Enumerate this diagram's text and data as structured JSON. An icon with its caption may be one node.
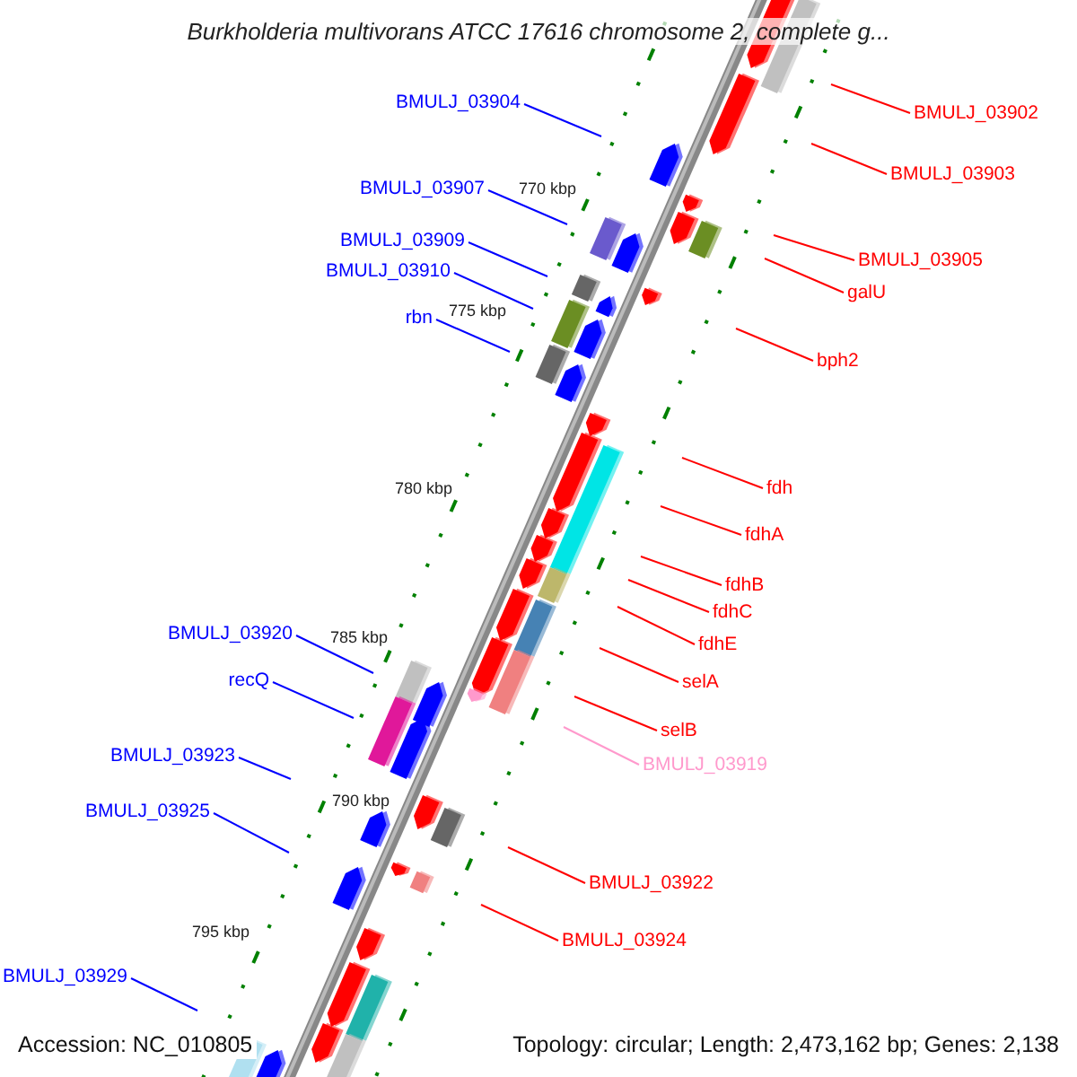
{
  "diagram": {
    "title": "Burkholderia multivorans ATCC 17616 chromosome 2, complete g...",
    "nodes": [
      {
        "text": [
          "BMULJ_03904"
        ]
      },
      {
        "text": [
          "BMULJ_03902"
        ]
      },
      {
        "text": [
          "BMULJ_03903"
        ]
      },
      {
        "text": [
          "BMULJ_03907"
        ]
      },
      {
        "text": [
          "BMULJ_03909"
        ]
      },
      {
        "text": [
          "BMULJ_03905"
        ]
      },
      {
        "text": [
          "BMULJ_03910"
        ]
      },
      {
        "text": [
          "galU"
        ]
      },
      {
        "text": [
          "rbn"
        ]
      },
      {
        "text": [
          "bph2"
        ]
      },
      {
        "text": [
          "fdh"
        ]
      },
      {
        "text": [
          "fdhA"
        ]
      },
      {
        "text": [
          "fdhB"
        ]
      },
      {
        "text": [
          "fdhC"
        ]
      },
      {
        "text": [
          "BMULJ_03920"
        ]
      },
      {
        "text": [
          "fdhE"
        ]
      },
      {
        "text": [
          "recQ"
        ]
      },
      {
        "text": [
          "selA"
        ]
      },
      {
        "text": [
          "selB"
        ]
      },
      {
        "text": [
          "BMULJ_03923"
        ]
      },
      {
        "text": [
          "BMULJ_03919"
        ]
      },
      {
        "text": [
          "BMULJ_03925"
        ]
      },
      {
        "text": [
          "BMULJ_03922"
        ]
      },
      {
        "text": [
          "BMULJ_03924"
        ]
      },
      {
        "text": [
          "BMULJ_03929"
        ]
      }
    ],
    "edges": [
      {
        "from": 0,
        "to": null,
        "arrow": "none",
        "color": "#0000ff"
      },
      {
        "from": 1,
        "to": null,
        "arrow": "none"
      },
      {
        "from": 2,
        "to": null,
        "arrow": "none"
      },
      {
        "from": 3,
        "to": null,
        "arrow": "none",
        "color": "#0000ff"
      },
      {
        "from": 4,
        "to": null,
        "arrow": "none",
        "color": "#0000ff"
      },
      {
        "from": 5,
        "to": null,
        "arrow": "none"
      },
      {
        "from": 6,
        "to": null,
        "arrow": "none",
        "color": "#0000ff"
      },
      {
        "from": 7,
        "to": null,
        "arrow": "none"
      },
      {
        "from": 8,
        "to": null,
        "arrow": "none",
        "color": "#0000ff"
      },
      {
        "from": 9,
        "to": null,
        "arrow": "none"
      },
      {
        "from": 10,
        "to": null,
        "arrow": "none"
      },
      {
        "from": 11,
        "to": null,
        "arrow": "none"
      },
      {
        "from": 12,
        "to": null,
        "arrow": "none"
      },
      {
        "from": 13,
        "to": null,
        "arrow": "none"
      },
      {
        "from": 14,
        "to": null,
        "arrow": "none",
        "color": "#0000ff"
      },
      {
        "from": 15,
        "to": null,
        "arrow": "none"
      },
      {
        "from": 16,
        "to": null,
        "arrow": "none",
        "color": "#0000ff"
      },
      {
        "from": 17,
        "to": null,
        "arrow": "none"
      },
      {
        "from": 18,
        "to": null,
        "arrow": "none"
      },
      {
        "from": 19,
        "to": null,
        "arrow": "none",
        "color": "#0000ff"
      },
      {
        "from": 20,
        "to": null,
        "arrow": "none",
        "color": "#ff99cc"
      },
      {
        "from": 21,
        "to": null,
        "arrow": "none",
        "color": "#0000ff"
      },
      {
        "from": 22,
        "to": null,
        "arrow": "none"
      },
      {
        "from": 23,
        "to": null,
        "arrow": "none"
      },
      {
        "from": 24,
        "to": null,
        "arrow": "none",
        "color": "#0000ff"
      }
    ],
    "labels": [
      "770 kbp",
      "775 kbp",
      "780 kbp",
      "785 kbp",
      "790 kbp",
      "795 kbp",
      "Accession: NC_010805",
      "Topology: circular; Length: 2,473,162 bp; Genes: 2,138"
    ]
  }
}
